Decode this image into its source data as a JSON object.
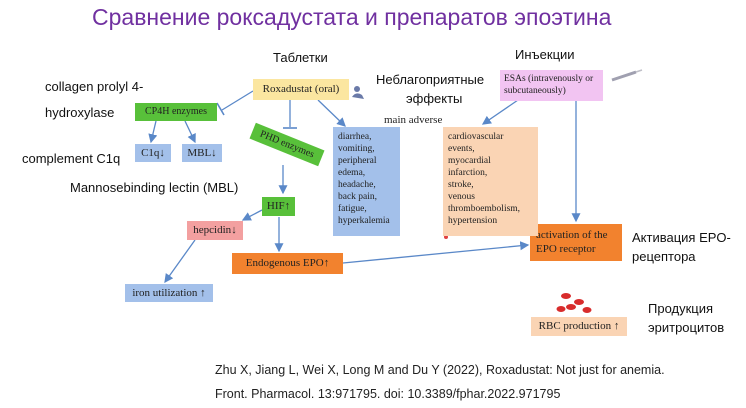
{
  "title": "Сравнение роксадустата и препаратов эпоэтина",
  "labels": {
    "tablets": "Таблетки",
    "injections": "Инъекции",
    "adverse_ru_line1": "Неблагоприятные",
    "adverse_ru_line2": "эффекты",
    "main_adverse": "main adverse",
    "collagen_line1": "collagen prolyl 4-",
    "collagen_line2": "hydroxylase",
    "complement": "complement C1q",
    "mannose": "Mannosebinding lectin (MBL)",
    "epo_activation_line1": "Активация EPO-",
    "epo_activation_line2": "рецептора",
    "rbc_production_line1": "Продукция",
    "rbc_production_line2": "эритроцитов"
  },
  "boxes": {
    "roxadustat": "Roxadustat (oral)",
    "esas_line1": "ESAs (intravenously or",
    "esas_line2": "subcutaneously)",
    "cp4h": "CP4H enzymes",
    "c1q": "C1q",
    "mbl": "MBL",
    "phd": "PHD enzymes",
    "hif": "HIF",
    "hepcidin": "hepcidin",
    "iron": "iron utilization",
    "endogenous_epo": "Endogenous EPO",
    "epo_receptor_line1": "activation of the",
    "epo_receptor_line2": "EPO receptor",
    "rbc": "RBC production"
  },
  "arrows": {
    "up": "↑",
    "down": "↓"
  },
  "adverse_roxadustat": [
    "diarrhea,",
    "vomiting,",
    "peripheral",
    "edema,",
    "headache,",
    "back pain,",
    "fatigue,",
    "hyperkalemia"
  ],
  "adverse_esas": [
    "cardiovascular",
    "events,",
    "myocardial",
    "infarction,",
    "stroke,",
    "venous",
    "thromboembolism,",
    "hypertension"
  ],
  "citation": {
    "line1": "Zhu X, Jiang L, Wei X, Long M and Du Y (2022), Roxadustat: Not just for anemia.",
    "line2": "Front. Pharmacol. 13:971795. doi: 10.3389/fphar.2022.971795"
  },
  "colors": {
    "title": "#7030a0",
    "roxadustat": "#fbe6a0",
    "esas": "#f2c4f2",
    "green": "#58c03a",
    "blue": "#a3c0ea",
    "orange": "#fad4b4",
    "red_box": "#f3a0a0",
    "endogenous_epo": "#f2822e",
    "line": "#5a88c8"
  }
}
